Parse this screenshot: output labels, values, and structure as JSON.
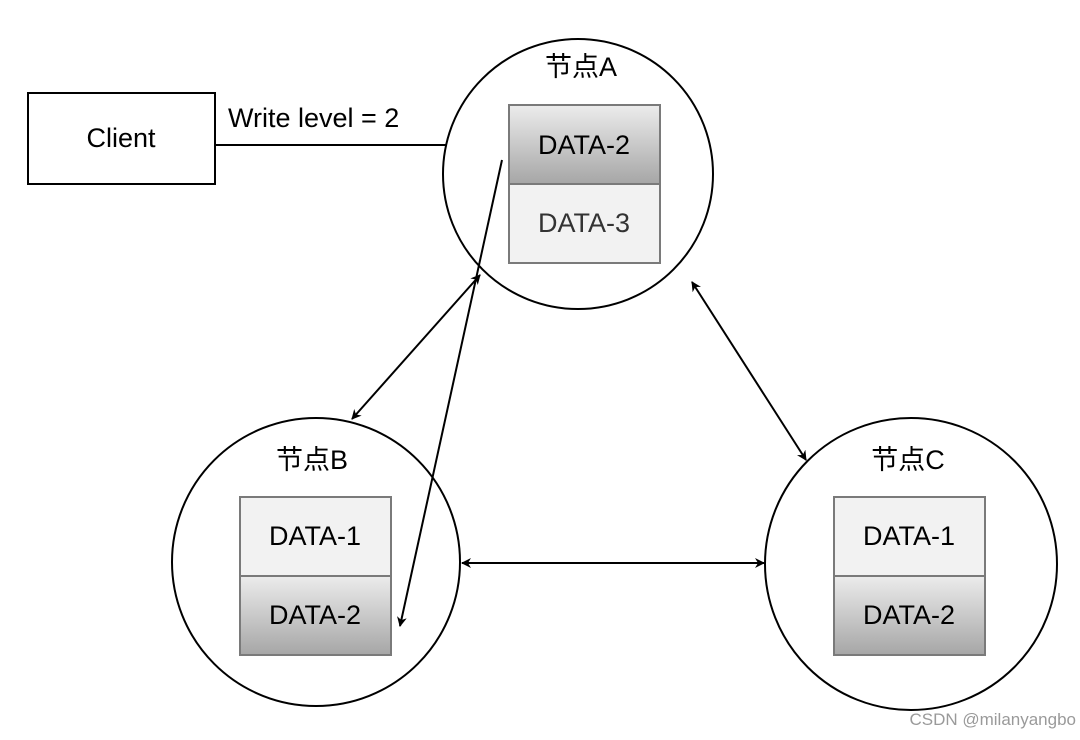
{
  "client": {
    "label": "Client"
  },
  "edge_label": "Write level = 2",
  "nodes": {
    "a": {
      "title": "节点A",
      "cells": [
        "DATA-2",
        "DATA-3"
      ]
    },
    "b": {
      "title": "节点B",
      "cells": [
        "DATA-1",
        "DATA-2"
      ]
    },
    "c": {
      "title": "节点C",
      "cells": [
        "DATA-1",
        "DATA-2"
      ]
    }
  },
  "watermark": "CSDN @milanyangbo",
  "colors": {
    "stroke": "#000000",
    "cell_light": "#f2f2f2",
    "cell_dark_top": "#e6e6e6",
    "cell_dark_bottom": "#a8a8a8",
    "cell_border": "#7a7a7a",
    "watermark": "#9a9a9a"
  }
}
